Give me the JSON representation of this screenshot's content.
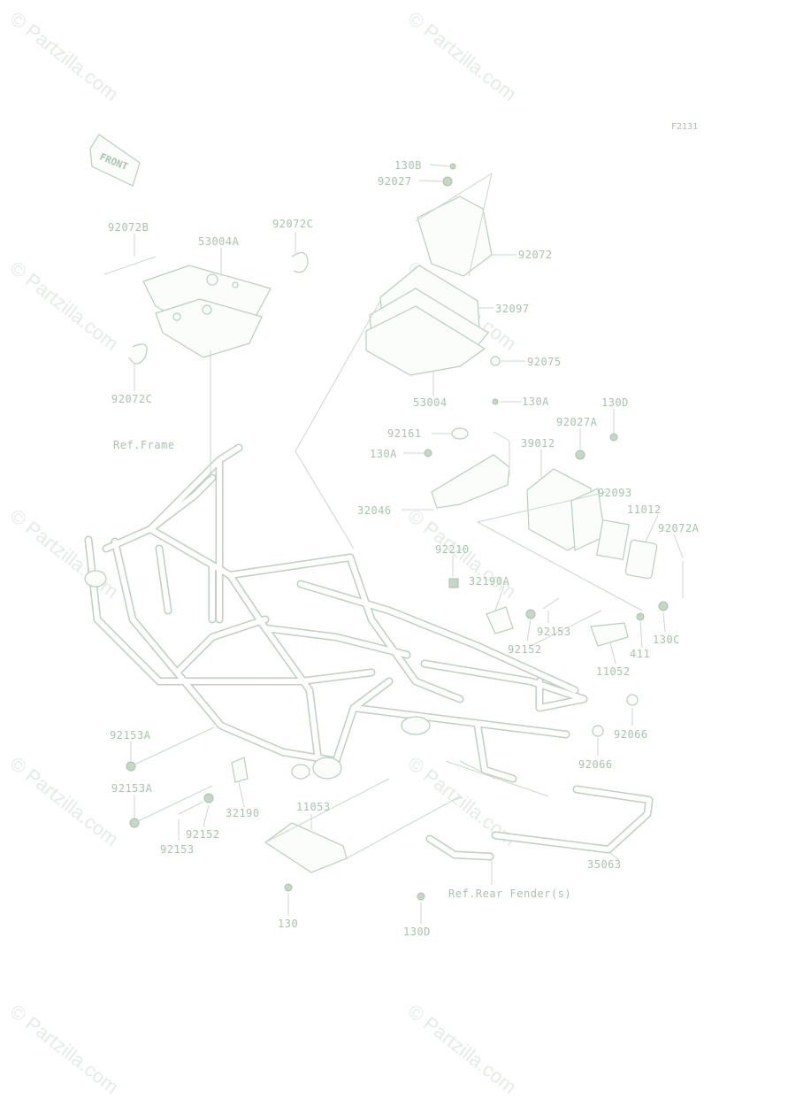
{
  "diagram_code": "F2131",
  "front_badge": "FRONT",
  "watermark": "© Partzilla.com",
  "ref_labels": {
    "frame": "Ref.Frame",
    "rear_fender": "Ref.Rear Fender(s)"
  },
  "part_labels": [
    {
      "id": "130b",
      "text": "130B"
    },
    {
      "id": "92027",
      "text": "92027"
    },
    {
      "id": "92072",
      "text": "92072"
    },
    {
      "id": "92072b",
      "text": "92072B"
    },
    {
      "id": "92072c-top",
      "text": "92072C"
    },
    {
      "id": "53004a",
      "text": "53004A"
    },
    {
      "id": "32097",
      "text": "32097"
    },
    {
      "id": "92075",
      "text": "92075"
    },
    {
      "id": "92072c-bottom",
      "text": "92072C"
    },
    {
      "id": "53004",
      "text": "53004"
    },
    {
      "id": "130a-right",
      "text": "130A"
    },
    {
      "id": "130d-top",
      "text": "130D"
    },
    {
      "id": "92161",
      "text": "92161"
    },
    {
      "id": "92027a",
      "text": "92027A"
    },
    {
      "id": "130a-left",
      "text": "130A"
    },
    {
      "id": "39012",
      "text": "39012"
    },
    {
      "id": "92093",
      "text": "92093"
    },
    {
      "id": "11012",
      "text": "11012"
    },
    {
      "id": "32046",
      "text": "32046"
    },
    {
      "id": "92072a",
      "text": "92072A"
    },
    {
      "id": "92210",
      "text": "92210"
    },
    {
      "id": "32190a",
      "text": "32190A"
    },
    {
      "id": "92153-top",
      "text": "92153"
    },
    {
      "id": "92152-top",
      "text": "92152"
    },
    {
      "id": "411",
      "text": "411"
    },
    {
      "id": "130c",
      "text": "130C"
    },
    {
      "id": "11052",
      "text": "11052"
    },
    {
      "id": "92066-top",
      "text": "92066"
    },
    {
      "id": "92153a-top",
      "text": "92153A"
    },
    {
      "id": "92066-bottom",
      "text": "92066"
    },
    {
      "id": "92153a-bottom",
      "text": "92153A"
    },
    {
      "id": "32190",
      "text": "32190"
    },
    {
      "id": "11053",
      "text": "11053"
    },
    {
      "id": "92152-bottom",
      "text": "92152"
    },
    {
      "id": "92153-bottom",
      "text": "92153"
    },
    {
      "id": "35063",
      "text": "35063"
    },
    {
      "id": "130",
      "text": "130"
    },
    {
      "id": "130d-bottom",
      "text": "130D"
    }
  ]
}
